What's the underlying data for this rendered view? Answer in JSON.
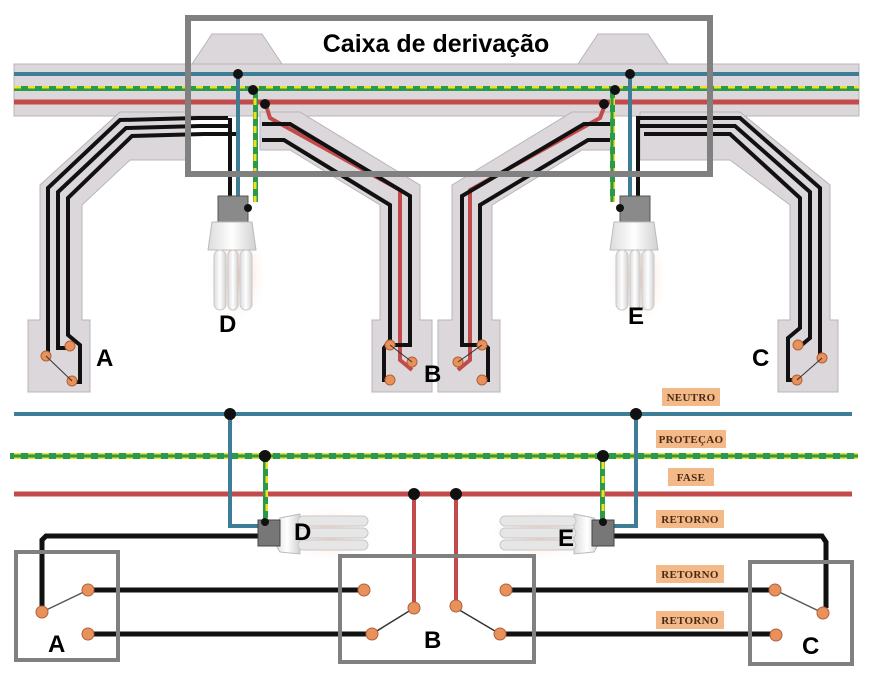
{
  "title": "Caixa de derivação",
  "colors": {
    "neutro": "#3d7d96",
    "protecao_base": "#2a9a4a",
    "protecao_stripe": "#f0e020",
    "fase": "#c24a4a",
    "retorno": "#111111",
    "conduit": "#d9d4d8",
    "terminal": "#e8915a",
    "frame": "#808080",
    "tag_bg": "#f4b988"
  },
  "switches": {
    "a": "A",
    "b": "B",
    "c": "C"
  },
  "lamps": {
    "d": "D",
    "e": "E"
  },
  "wire_tags": {
    "neutro": "NEUTRO",
    "protecao": "PROTEÇAO",
    "fase": "FASE",
    "retorno_1": "RETORNO",
    "retorno_2": "RETORNO",
    "retorno_3": "RETORNO"
  }
}
